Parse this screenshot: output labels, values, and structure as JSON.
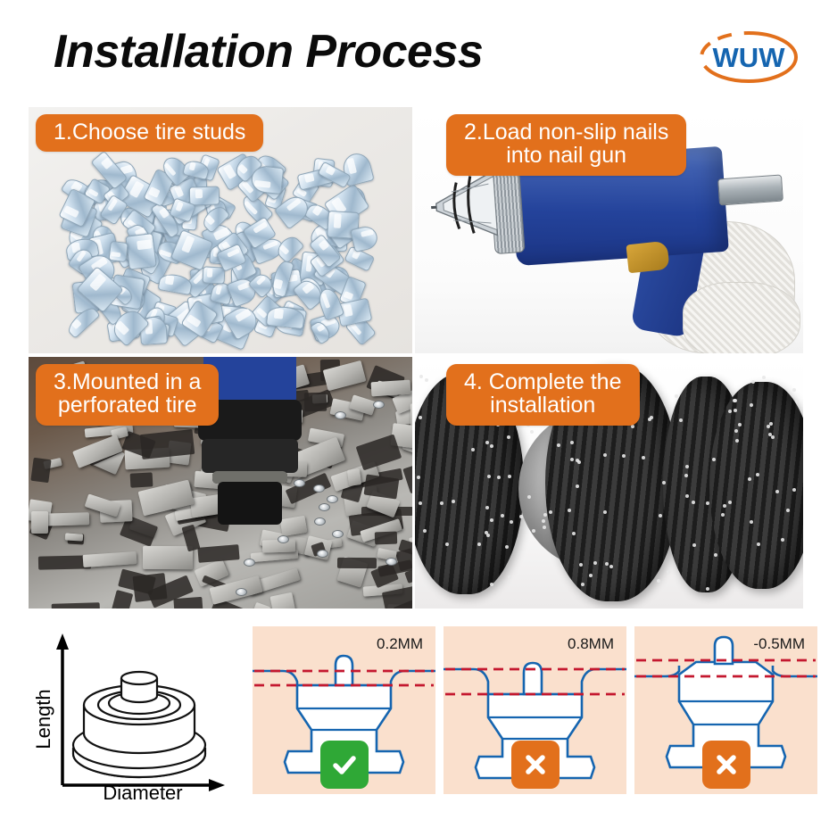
{
  "header": {
    "title": "Installation Process",
    "logo": {
      "text": "WUW",
      "shape": "dashed-ellipse",
      "text_color": "#1565b0",
      "ring_color": "#e2701c"
    }
  },
  "theme": {
    "accent_orange": "#e2701c",
    "panel_peach": "#fae0cd",
    "ok_green": "#2fa836",
    "blue_outline": "#1565b0",
    "red_dashed": "#c4182f",
    "gun_blue": "#24439b"
  },
  "steps": [
    {
      "id": "step-1",
      "label": "1.Choose tire studs",
      "photo": "pile-of-zinc-plated-tire-studs-on-white-surface"
    },
    {
      "id": "step-2",
      "label": "2.Load non-slip nails\ninto nail gun",
      "photo": "blue-pneumatic-stud-gun-held-by-white-gloved-hand"
    },
    {
      "id": "step-3",
      "label": "3.Mounted in a\nperforated tire",
      "photo": "blue-gun-nose-pressed-into-studded-tire-tread"
    },
    {
      "id": "step-4",
      "label": "4. Complete the\ninstallation",
      "photo": "row-of-studded-winter-tires-with-alloy-wheel"
    }
  ],
  "dimension_diagram": {
    "axis_y_label": "Length",
    "axis_x_label": "Diameter",
    "subject": "tire-stud-line-drawing"
  },
  "spec_panels": [
    {
      "id": "panel-0-2mm",
      "measurement": "0.2MM",
      "verdict": "ok",
      "verdict_icon": "check-icon",
      "description": "stud-flush-with-tread-correct"
    },
    {
      "id": "panel-0-8mm",
      "measurement": "0.8MM",
      "verdict": "no",
      "verdict_icon": "cross-icon",
      "description": "stud-protrudes-too-high-incorrect"
    },
    {
      "id": "panel-minus-0-5mm",
      "measurement": "-0.5MM",
      "verdict": "no",
      "verdict_icon": "cross-icon",
      "description": "stud-sunk-too-deep-incorrect"
    }
  ]
}
